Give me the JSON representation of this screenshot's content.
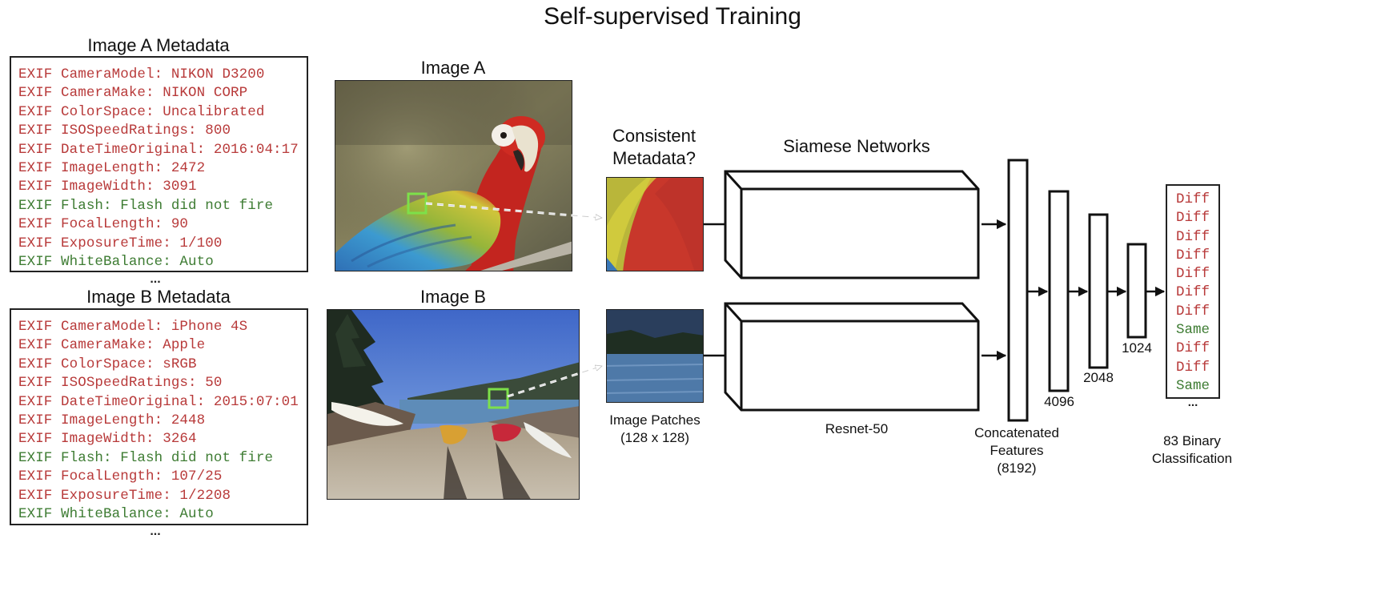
{
  "title": "Self-supervised Training",
  "image_a_metadata": {
    "title": "Image A Metadata",
    "lines": [
      {
        "text": "EXIF CameraModel: NIKON D3200",
        "status": "diff"
      },
      {
        "text": "EXIF CameraMake: NIKON CORP",
        "status": "diff"
      },
      {
        "text": "EXIF ColorSpace: Uncalibrated",
        "status": "diff"
      },
      {
        "text": "EXIF ISOSpeedRatings: 800",
        "status": "diff"
      },
      {
        "text": "EXIF DateTimeOriginal: 2016:04:17",
        "status": "diff"
      },
      {
        "text": "EXIF ImageLength: 2472",
        "status": "diff"
      },
      {
        "text": "EXIF ImageWidth: 3091",
        "status": "diff"
      },
      {
        "text": "EXIF Flash: Flash did not fire",
        "status": "same"
      },
      {
        "text": "EXIF FocalLength: 90",
        "status": "diff"
      },
      {
        "text": "EXIF ExposureTime: 1/100",
        "status": "diff"
      },
      {
        "text": "EXIF WhiteBalance: Auto",
        "status": "same"
      }
    ],
    "ellipsis": "..."
  },
  "image_b_metadata": {
    "title": "Image B Metadata",
    "lines": [
      {
        "text": "EXIF CameraModel: iPhone 4S",
        "status": "diff"
      },
      {
        "text": "EXIF CameraMake: Apple",
        "status": "diff"
      },
      {
        "text": "EXIF ColorSpace: sRGB",
        "status": "diff"
      },
      {
        "text": "EXIF ISOSpeedRatings: 50",
        "status": "diff"
      },
      {
        "text": "EXIF DateTimeOriginal: 2015:07:01",
        "status": "diff"
      },
      {
        "text": "EXIF ImageLength: 2448",
        "status": "diff"
      },
      {
        "text": "EXIF ImageWidth: 3264",
        "status": "diff"
      },
      {
        "text": "EXIF Flash: Flash did not fire",
        "status": "same"
      },
      {
        "text": "EXIF FocalLength: 107/25",
        "status": "diff"
      },
      {
        "text": "EXIF ExposureTime: 1/2208",
        "status": "diff"
      },
      {
        "text": "EXIF WhiteBalance: Auto",
        "status": "same"
      }
    ],
    "ellipsis": "..."
  },
  "image_a": {
    "title": "Image A",
    "content": "parrot-photo"
  },
  "image_b": {
    "title": "Image B",
    "content": "kayaks-on-beach-photo"
  },
  "consistent_metadata": {
    "line1": "Consistent",
    "line2": "Metadata?"
  },
  "image_patches": {
    "line1": "Image Patches",
    "line2": "(128 x 128)"
  },
  "siamese_title": "Siamese Networks",
  "resnet_label": "Resnet-50",
  "concat": {
    "line1": "Concatenated",
    "line2": "Features",
    "line3": "(8192)"
  },
  "layers": {
    "l4096": "4096",
    "l2048": "2048",
    "l1024": "1024"
  },
  "classification": {
    "items": [
      {
        "text": "Diff",
        "status": "diff"
      },
      {
        "text": "Diff",
        "status": "diff"
      },
      {
        "text": "Diff",
        "status": "diff"
      },
      {
        "text": "Diff",
        "status": "diff"
      },
      {
        "text": "Diff",
        "status": "diff"
      },
      {
        "text": "Diff",
        "status": "diff"
      },
      {
        "text": "Diff",
        "status": "diff"
      },
      {
        "text": "Same",
        "status": "same"
      },
      {
        "text": "Diff",
        "status": "diff"
      },
      {
        "text": "Diff",
        "status": "diff"
      },
      {
        "text": "Same",
        "status": "same"
      }
    ],
    "ellipsis": "...",
    "line1": "83 Binary",
    "line2": "Classification"
  },
  "colors": {
    "diff": "#b83a3a",
    "same": "#3e7c33",
    "patch_box": "#7de04a"
  }
}
